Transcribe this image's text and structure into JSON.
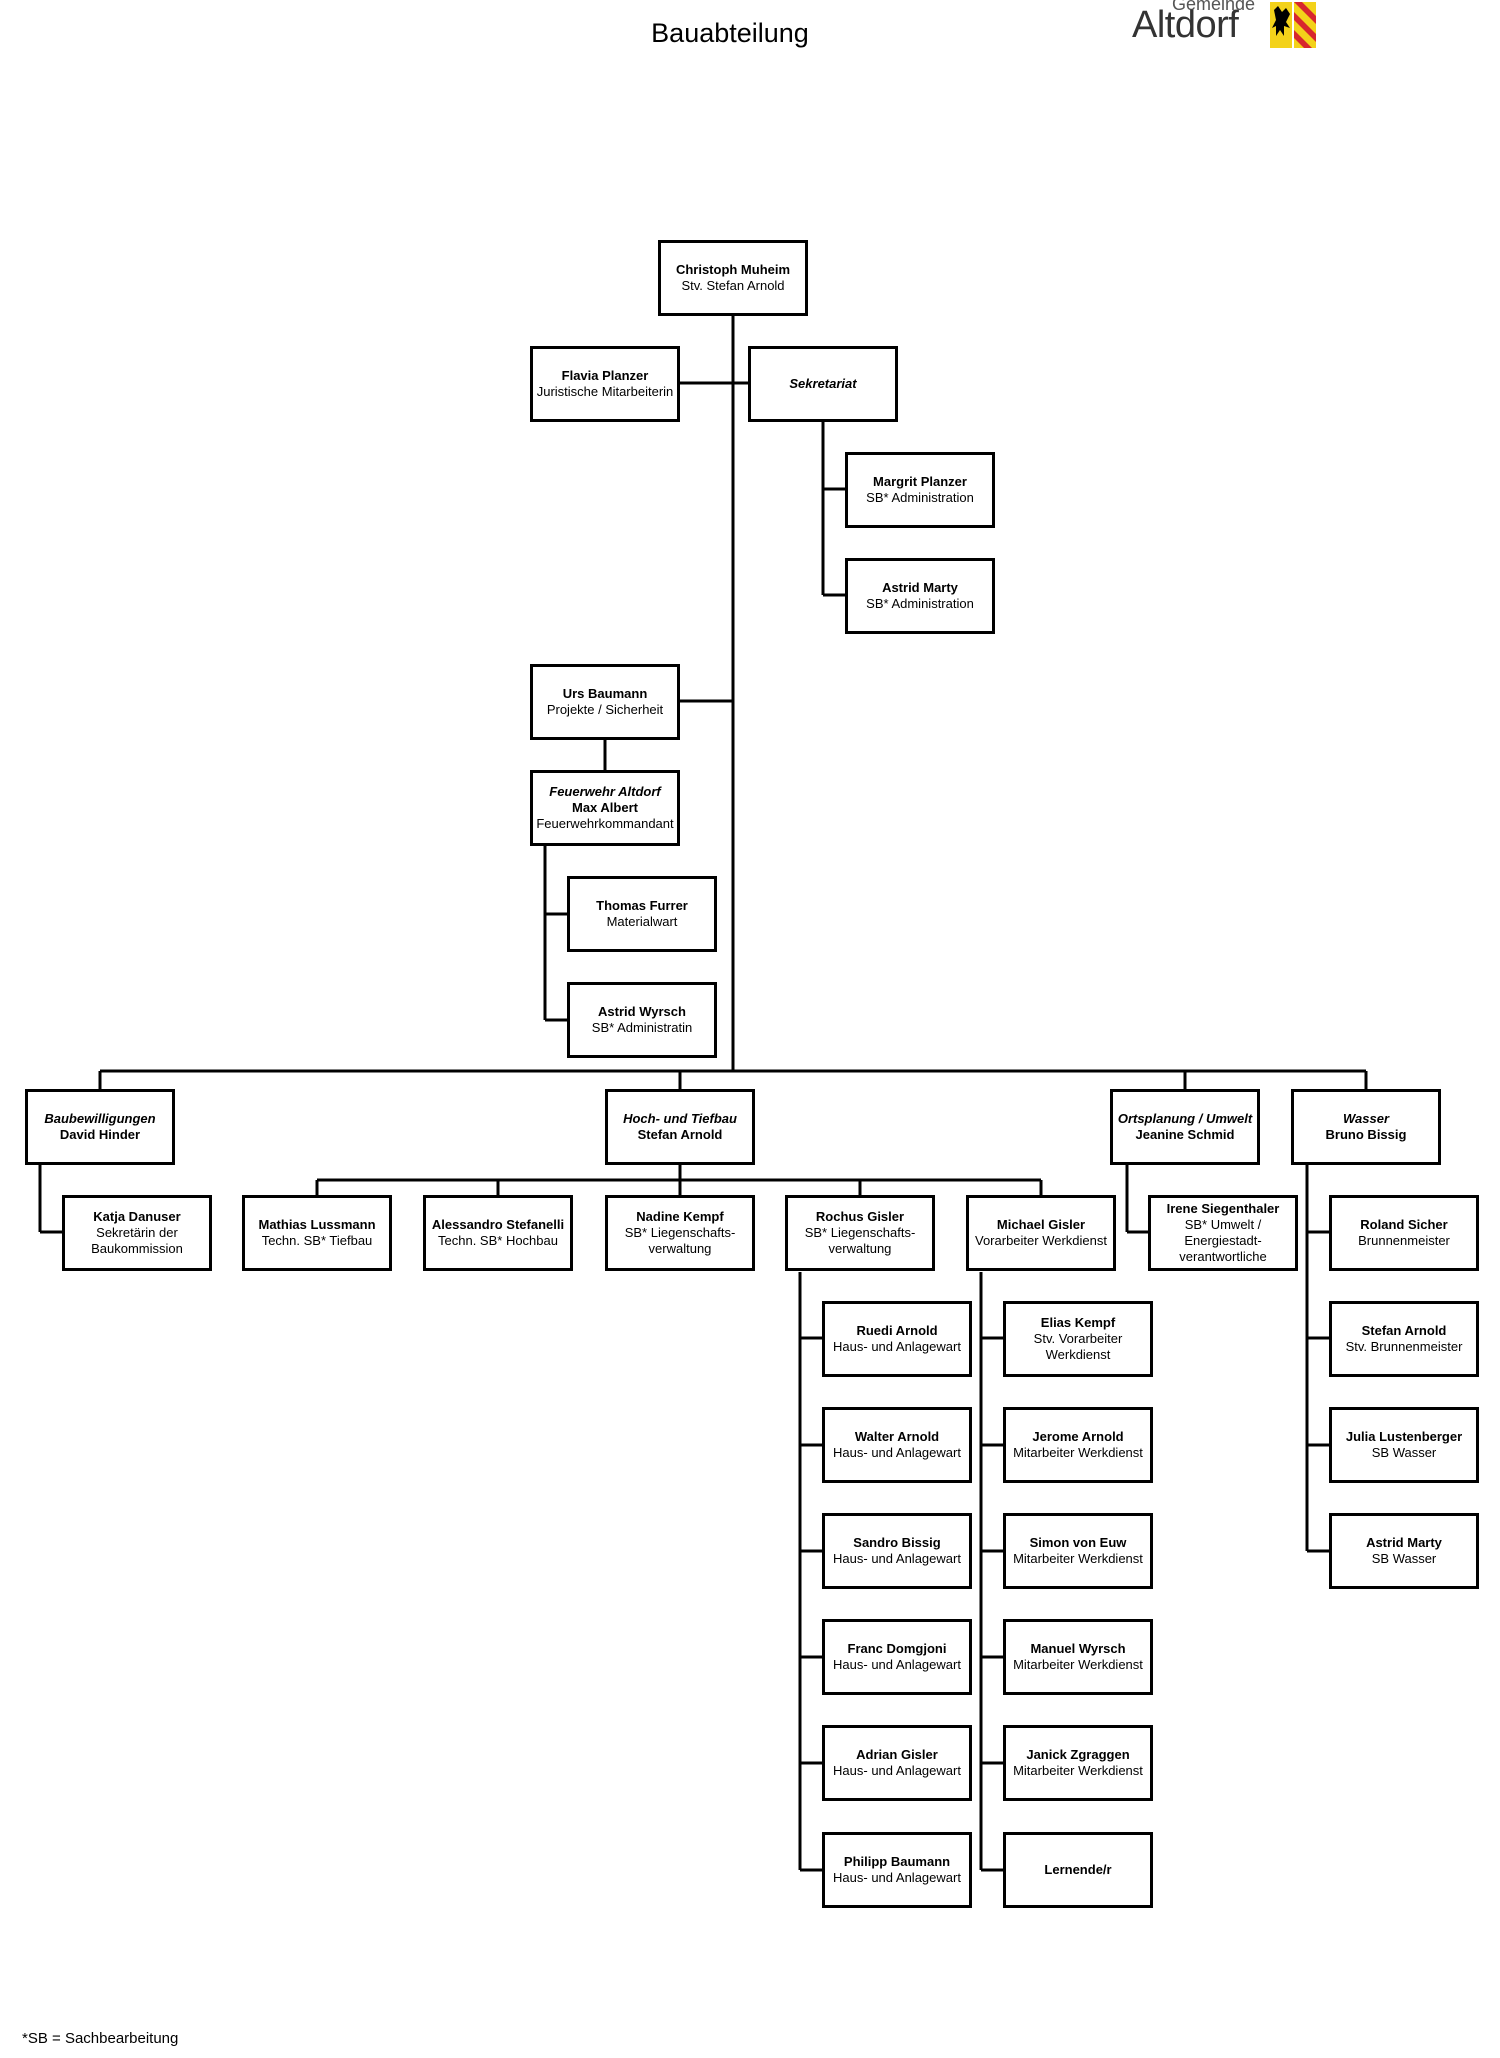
{
  "title": "Bauabteilung",
  "logo": {
    "line1": "Gemeinde",
    "line2": "Altdorf",
    "colors": {
      "red": "#d7262e",
      "yellow": "#f3d21a",
      "black": "#000000"
    }
  },
  "footnote": "*SB = Sachbearbeitung",
  "units": {
    "leitung": {
      "name": "Christoph Muheim",
      "role": "Stv. Stefan Arnold"
    },
    "planzer_flavia": {
      "name": "Flavia Planzer",
      "role": "Juristische Mitarbeiterin"
    },
    "sekretariat": {
      "unit": "Sekretariat"
    },
    "margrit": {
      "name": "Margrit Planzer",
      "role": "SB* Administration"
    },
    "astrid_marty_admin": {
      "name": "Astrid Marty",
      "role": "SB* Administration"
    },
    "urs": {
      "name": "Urs Baumann",
      "role": "Projekte / Sicherheit"
    },
    "feuerwehr": {
      "unit": "Feuerwehr Altdorf",
      "name": "Max Albert",
      "role": "Feuerwehrkommandant"
    },
    "furrer": {
      "name": "Thomas Furrer",
      "role": "Materialwart"
    },
    "wyrsch_astrid": {
      "name": "Astrid Wyrsch",
      "role": "SB* Administratin"
    },
    "baubewilligungen": {
      "unit": "Baubewilligungen",
      "name": "David Hinder"
    },
    "danuser": {
      "name": "Katja Danuser",
      "role": "Sekretärin der\nBaukommission"
    },
    "hochtiefbau": {
      "unit": "Hoch- und Tiefbau",
      "name": "Stefan Arnold"
    },
    "lussmann": {
      "name": "Mathias Lussmann",
      "role": "Techn. SB* Tiefbau"
    },
    "stefanelli": {
      "name": "Alessandro Stefanelli",
      "role": "Techn. SB* Hochbau"
    },
    "kempf_nadine": {
      "name": "Nadine Kempf",
      "role": "SB* Liegenschafts-\nverwaltung"
    },
    "gisler_rochus": {
      "name": "Rochus Gisler",
      "role": "SB* Liegenschafts-\nverwaltung"
    },
    "gisler_michael": {
      "name": "Michael Gisler",
      "role": "Vorarbeiter Werkdienst"
    },
    "ortsplanung": {
      "unit": "Ortsplanung / Umwelt",
      "name": "Jeanine Schmid"
    },
    "siegenthaler": {
      "name": "Irene Siegenthaler",
      "role": "SB* Umwelt /\nEnergiestadt-\nverantwortliche"
    },
    "wasser": {
      "unit": "Wasser",
      "name": "Bruno Bissig"
    },
    "sicher": {
      "name": "Roland Sicher",
      "role": "Brunnenmeister"
    },
    "arnold_stefan_w": {
      "name": "Stefan Arnold",
      "role": "Stv. Brunnenmeister"
    },
    "lustenberger": {
      "name": "Julia Lustenberger",
      "role": "SB Wasser"
    },
    "marty_astrid_w": {
      "name": "Astrid Marty",
      "role": "SB Wasser"
    },
    "ruedi": {
      "name": "Ruedi Arnold",
      "role": "Haus- und Anlagewart"
    },
    "walter": {
      "name": "Walter Arnold",
      "role": "Haus- und Anlagewart"
    },
    "sandro": {
      "name": "Sandro Bissig",
      "role": "Haus- und Anlagewart"
    },
    "franc": {
      "name": "Franc Domgjoni",
      "role": "Haus- und Anlagewart"
    },
    "adrian": {
      "name": "Adrian Gisler",
      "role": "Haus- und Anlagewart"
    },
    "philipp": {
      "name": "Philipp Baumann",
      "role": "Haus- und Anlagewart"
    },
    "elias": {
      "name": "Elias Kempf",
      "role": "Stv. Vorarbeiter\nWerkdienst"
    },
    "jerome": {
      "name": "Jerome Arnold",
      "role": "Mitarbeiter Werkdienst"
    },
    "simon": {
      "name": "Simon von Euw",
      "role": "Mitarbeiter Werkdienst"
    },
    "manuel": {
      "name": "Manuel Wyrsch",
      "role": "Mitarbeiter Werkdienst"
    },
    "janick": {
      "name": "Janick Zgraggen",
      "role": "Mitarbeiter Werkdienst"
    },
    "lernende": {
      "name": "Lernende/r"
    }
  }
}
